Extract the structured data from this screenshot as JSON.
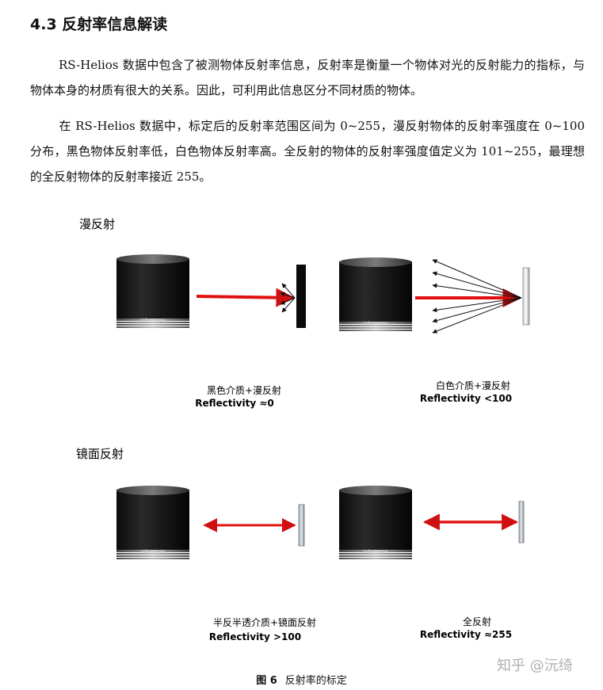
{
  "section": {
    "title": "4.3 反射率信息解读"
  },
  "paragraphs": [
    "RS-Helios 数据中包含了被测物体反射率信息，反射率是衡量一个物体对光的反射能力的指标，与物体本身的材质有很大的关系。因此，可利用此信息区分不同材质的物体。",
    "在 RS-Helios 数据中，标定后的反射率范围区间为 0~255，漫反射物体的反射率强度在 0~100 分布，黑色物体反射率低，白色物体反射率高。全反射的物体的反射率强度值定义为 101~255，最理想的全反射物体的反射率接近 255。"
  ],
  "figure": {
    "diffuse_title": "漫反射",
    "specular_title": "镜面反射",
    "sensor_brand": "robosense",
    "panels": [
      {
        "label": "黑色介质+漫反射",
        "reflectivity": "Reflectivity ≈0"
      },
      {
        "label": "白色介质+漫反射",
        "reflectivity": "Reflectivity <100"
      },
      {
        "label": "半反半透介质+镜面反射",
        "reflectivity": "Reflectivity >100"
      },
      {
        "label": "全反射",
        "reflectivity": "Reflectivity ≈255"
      }
    ],
    "caption_num": "图 6",
    "caption_text": "反射率的标定"
  },
  "watermark": "知乎 @沅绮",
  "colors": {
    "beam": "#e01010",
    "black_target": "#0a0a0a",
    "white_target": "#f2f2f2"
  }
}
